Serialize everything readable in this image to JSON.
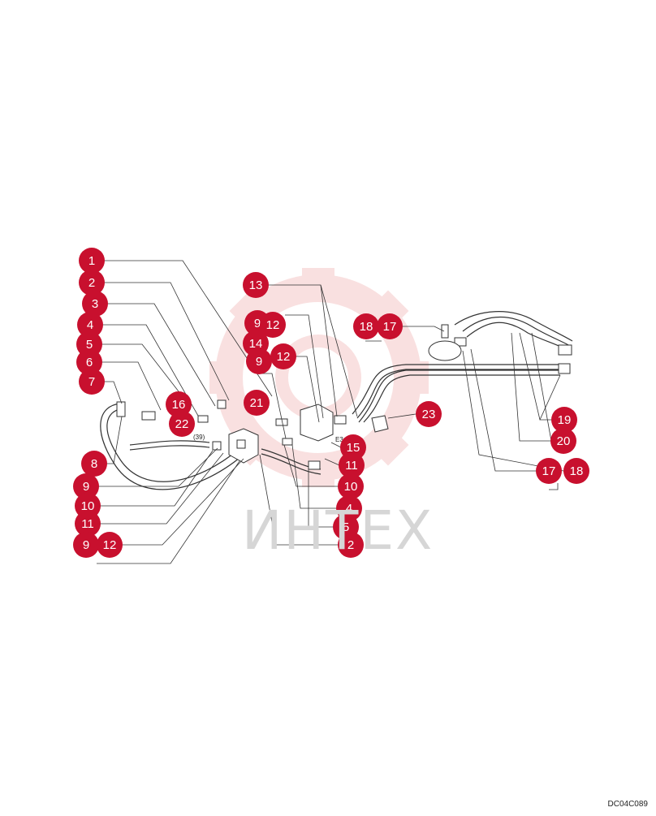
{
  "diagram": {
    "drawing_code": "DC04C089",
    "watermark_text": "ИНТЕХ",
    "port_label_a": "(39)",
    "port_label_b": "E3",
    "callouts": [
      "1",
      "2",
      "3",
      "4",
      "5",
      "6",
      "7",
      "16",
      "22",
      "21",
      "8",
      "9",
      "10",
      "11",
      "9",
      "12",
      "13",
      "9",
      "12",
      "14",
      "9",
      "12",
      "18",
      "17",
      "23",
      "15",
      "11",
      "10",
      "4",
      "5",
      "2",
      "19",
      "20",
      "17",
      "18"
    ],
    "colors": {
      "callout": "#c8102e",
      "line": "#333333",
      "watermark": "#f5c8c8"
    }
  }
}
